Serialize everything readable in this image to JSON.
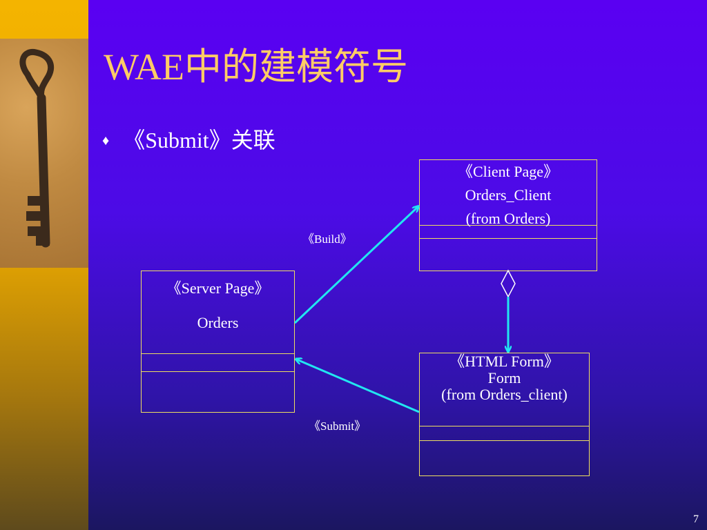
{
  "slide": {
    "title": "WAE中的建模符号",
    "bullet_icon": "♦",
    "bullet_text": "《Submit》关联",
    "page_number": "7"
  },
  "boxes": {
    "client_page": {
      "stereotype": "《Client Page》",
      "name": "Orders_Client",
      "package": "(from Orders)"
    },
    "server_page": {
      "stereotype": "《Server Page》",
      "name": "Orders"
    },
    "html_form": {
      "stereotype": "《HTML Form》",
      "name": "Form",
      "package": "(from Orders_client)"
    }
  },
  "relations": {
    "build_label": "《Build》",
    "submit_label": "《Submit》"
  },
  "colors": {
    "background": "#5a00f2",
    "sidebar": "#f4b400",
    "title": "#ffcc66",
    "box_border": "#f0e060",
    "connector": "#22e6f0"
  },
  "icons": {
    "bullet": "diamond-bullet-icon",
    "sidebar_image": "key-photo"
  }
}
